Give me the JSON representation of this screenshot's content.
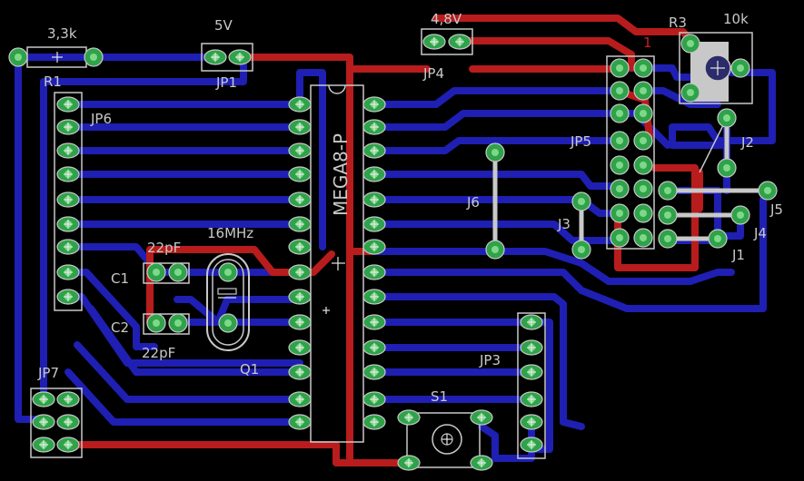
{
  "board": {
    "chip_label": "MEGA8-P",
    "labels": {
      "r1_value": "3,3k",
      "r1": "R1",
      "jp1_value": "5V",
      "jp1": "JP1",
      "jp4_value": "4,8V",
      "jp4": "JP4",
      "r3": "R3",
      "r3_value": "10k",
      "pin1": "1",
      "jp5": "JP5",
      "jp6": "JP6",
      "j2": "J2",
      "j6": "J6",
      "j3": "J3",
      "j5": "J5",
      "j4": "J4",
      "j1": "J1",
      "q1_value": "16MHz",
      "c1_value": "22pF",
      "c1": "C1",
      "c2": "C2",
      "c2_value": "22pF",
      "q1": "Q1",
      "jp3": "JP3",
      "jp7": "JP7",
      "s1": "S1"
    }
  },
  "colors": {
    "background": "#000000",
    "bottom_trace": "#1f1fb4",
    "top_trace": "#b81c1c",
    "pad": "#2fa24a",
    "silkscreen": "#c8c8c8"
  }
}
